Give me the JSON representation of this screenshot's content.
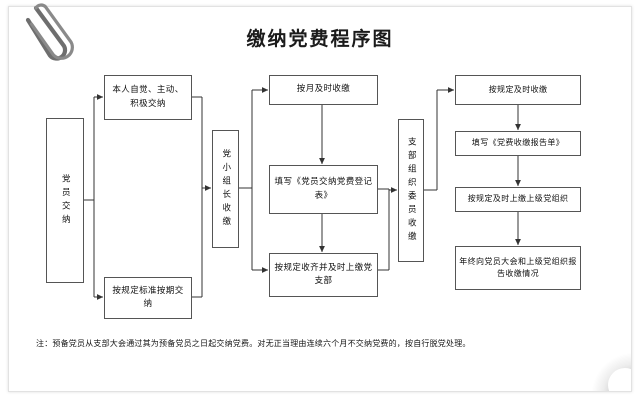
{
  "document": {
    "title": "缴纳党费程序图",
    "footnote": "注：预备党员从支部大会通过其为预备党员之日起交纳党费。对无正当理由连续六个月不交纳党费的，按自行脱党处理。",
    "paperclip_icon": "paperclip-icon"
  },
  "diagram": {
    "type": "flowchart",
    "orientation": "left-to-right",
    "columns": [
      {
        "name": "member",
        "nodes": [
          {
            "id": "n1",
            "label": "党员交纳",
            "orientation": "vertical"
          }
        ]
      },
      {
        "name": "member-actions",
        "nodes": [
          {
            "id": "n2",
            "label": "本人自觉、主动、积极交纳",
            "orientation": "horizontal"
          },
          {
            "id": "n3",
            "label": "按规定标准按期交纳",
            "orientation": "horizontal"
          }
        ]
      },
      {
        "name": "group-leader",
        "nodes": [
          {
            "id": "n4",
            "label": "党小组长收缴",
            "orientation": "vertical"
          }
        ]
      },
      {
        "name": "group-leader-duties",
        "nodes": [
          {
            "id": "n5",
            "label": "按月及时收缴",
            "orientation": "horizontal"
          },
          {
            "id": "n6",
            "label": "填写《党员交纳党费登记表》",
            "orientation": "horizontal"
          },
          {
            "id": "n7",
            "label": "按规定收齐并及时上缴党支部",
            "orientation": "horizontal"
          }
        ]
      },
      {
        "name": "branch-organization-committee",
        "nodes": [
          {
            "id": "n8",
            "label": "支部组织委员收缴",
            "orientation": "vertical"
          }
        ]
      },
      {
        "name": "committee-duties",
        "nodes": [
          {
            "id": "n9",
            "label": "按规定及时收缴",
            "orientation": "horizontal"
          },
          {
            "id": "n10",
            "label": "填写《党费收缴报告单》",
            "orientation": "horizontal"
          },
          {
            "id": "n11",
            "label": "按规定及时上缴上级党组织",
            "orientation": "horizontal"
          },
          {
            "id": "n12",
            "label": "年终向党员大会和上级党组织报告收缴情况",
            "orientation": "horizontal"
          }
        ]
      }
    ],
    "edges": [
      {
        "from": "n1",
        "to": "n2"
      },
      {
        "from": "n1",
        "to": "n3"
      },
      {
        "from": "n2",
        "to": "n4"
      },
      {
        "from": "n3",
        "to": "n4"
      },
      {
        "from": "n4",
        "to": "n5"
      },
      {
        "from": "n4",
        "to": "n7"
      },
      {
        "from": "n5",
        "to": "n6"
      },
      {
        "from": "n6",
        "to": "n7"
      },
      {
        "from": "n6",
        "to": "n8"
      },
      {
        "from": "n7",
        "to": "n8"
      },
      {
        "from": "n8",
        "to": "n9"
      },
      {
        "from": "n9",
        "to": "n10"
      },
      {
        "from": "n10",
        "to": "n11"
      },
      {
        "from": "n11",
        "to": "n12"
      }
    ],
    "colors": {
      "box_border": "#555555",
      "line": "#333333",
      "box_fill": "#ffffff",
      "text": "#101010",
      "sheet": "#ffffff"
    }
  }
}
